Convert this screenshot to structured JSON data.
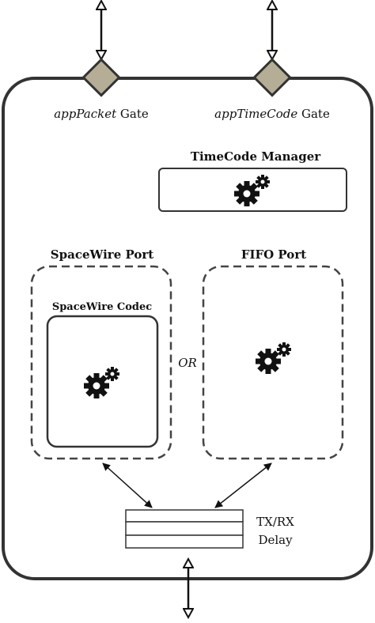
{
  "gates": [
    {
      "name_italic": "appPacket",
      "suffix": " Gate",
      "color": "#b5ad95"
    },
    {
      "name_italic": "appTimeCode",
      "suffix": " Gate",
      "color": "#b5ad95"
    }
  ],
  "timecode_manager": {
    "label": "TimeCode Manager"
  },
  "spacewire_port": {
    "label": "SpaceWire Port",
    "codec_label": "SpaceWire Codec"
  },
  "fifo_port": {
    "label": "FIFO Port"
  },
  "or_label": "OR",
  "txrx": {
    "line1": "TX/RX",
    "line2": "Delay"
  },
  "icons": [
    "gears-icon"
  ]
}
